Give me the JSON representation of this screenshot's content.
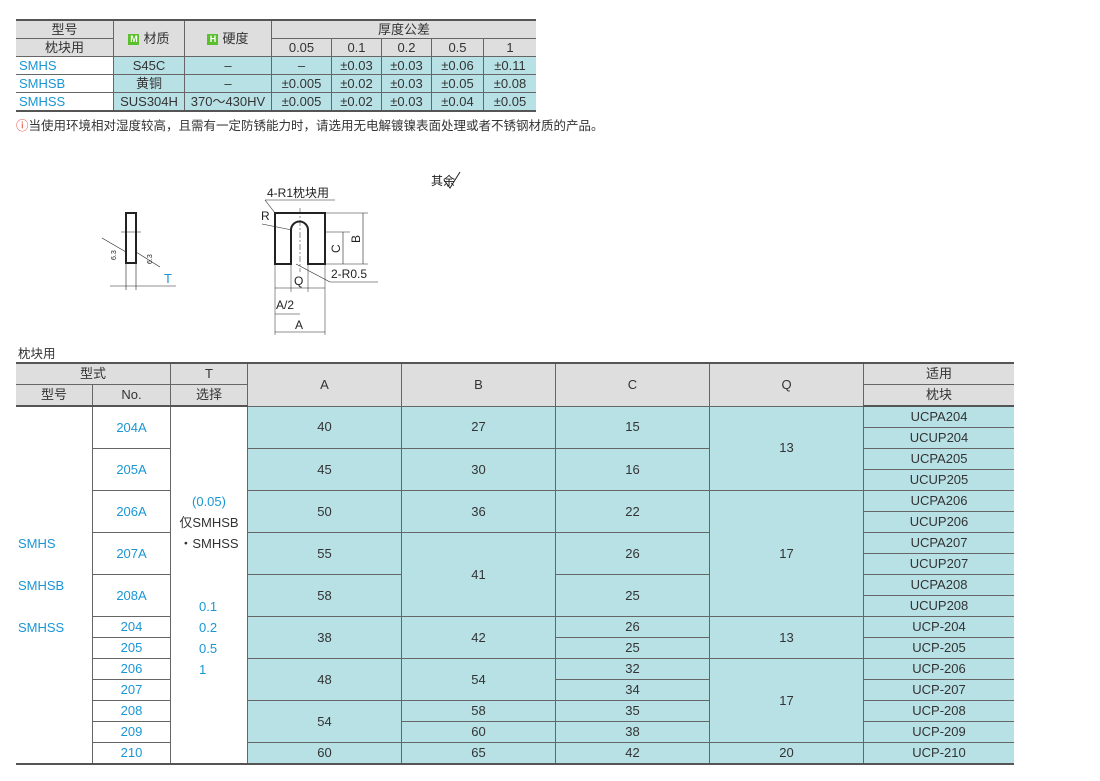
{
  "spec_table": {
    "header": {
      "model": "型号",
      "model_sub": "枕块用",
      "material_badge": "M",
      "material": "材质",
      "hardness_badge": "H",
      "hardness": "硬度",
      "tolerance": "厚度公差",
      "thicknesses": [
        "0.05",
        "0.1",
        "0.2",
        "0.5",
        "1"
      ]
    },
    "rows": [
      {
        "model": "SMHS",
        "material": "S45C",
        "hardness": "–",
        "tolerances": [
          "–",
          "±0.03",
          "±0.03",
          "±0.06",
          "±0.11"
        ]
      },
      {
        "model": "SMHSB",
        "material": "黄铜",
        "hardness": "–",
        "tolerances": [
          "±0.005",
          "±0.02",
          "±0.03",
          "±0.05",
          "±0.08"
        ]
      },
      {
        "model": "SMHSS",
        "material": "SUS304H",
        "hardness": "370～430HV",
        "tolerances": [
          "±0.005",
          "±0.02",
          "±0.03",
          "±0.04",
          "±0.05"
        ]
      }
    ]
  },
  "note": {
    "icon": "warning-icon",
    "text": "当使用环境相对湿度较高，且需有一定防锈能力时，请选用无电解镀镍表面处理或者不锈钢材质的产品。"
  },
  "drawing": {
    "roughness": "其余",
    "r_label": "4-R1枕块用",
    "r": "R",
    "r05": "2-R0.5",
    "b": "B",
    "c": "C",
    "q": "Q",
    "a2": "A/2",
    "a": "A",
    "t": "T",
    "ra1": "6.3",
    "ra2": "6.3"
  },
  "caption": "枕块用",
  "main_table": {
    "header": {
      "type": "型式",
      "model": "型号",
      "no": "No.",
      "t": "T",
      "t_sub": "选择",
      "a": "A",
      "b": "B",
      "c": "C",
      "q": "Q",
      "apply": "适用",
      "apply_sub": "枕块"
    },
    "models": [
      "SMHS",
      "SMHSB",
      "SMHSS"
    ],
    "t_options": {
      "opt1": "(0.05)",
      "opt1_note1": "仅SMHSB",
      "opt1_note2": "・SMHSS",
      "values": [
        "0.1",
        "0.2",
        "0.5",
        "1"
      ]
    },
    "no": [
      {
        "v": "204A",
        "span": 2
      },
      {
        "v": "205A",
        "span": 2
      },
      {
        "v": "206A",
        "span": 2
      },
      {
        "v": "207A",
        "span": 2
      },
      {
        "v": "208A",
        "span": 2
      },
      {
        "v": "204",
        "span": 1
      },
      {
        "v": "205",
        "span": 1
      },
      {
        "v": "206",
        "span": 1
      },
      {
        "v": "207",
        "span": 1
      },
      {
        "v": "208",
        "span": 1
      },
      {
        "v": "209",
        "span": 1
      },
      {
        "v": "210",
        "span": 1
      }
    ],
    "a": [
      {
        "v": "40",
        "span": 2
      },
      {
        "v": "45",
        "span": 2
      },
      {
        "v": "50",
        "span": 2
      },
      {
        "v": "55",
        "span": 2
      },
      {
        "v": "58",
        "span": 2
      },
      {
        "v": "38",
        "span": 2
      },
      {
        "v": "48",
        "span": 2
      },
      {
        "v": "54",
        "span": 2
      },
      {
        "v": "60",
        "span": 1
      }
    ],
    "b": [
      {
        "v": "27",
        "span": 2
      },
      {
        "v": "30",
        "span": 2
      },
      {
        "v": "36",
        "span": 2
      },
      {
        "v": "41",
        "span": 4
      },
      {
        "v": "42",
        "span": 2
      },
      {
        "v": "54",
        "span": 2
      },
      {
        "v": "58",
        "span": 1
      },
      {
        "v": "60",
        "span": 1
      },
      {
        "v": "65",
        "span": 1
      }
    ],
    "c": [
      {
        "v": "15",
        "span": 2
      },
      {
        "v": "16",
        "span": 2
      },
      {
        "v": "22",
        "span": 2
      },
      {
        "v": "26",
        "span": 2
      },
      {
        "v": "25",
        "span": 2
      },
      {
        "v": "26",
        "span": 1
      },
      {
        "v": "25",
        "span": 1
      },
      {
        "v": "32",
        "span": 1
      },
      {
        "v": "34",
        "span": 1
      },
      {
        "v": "35",
        "span": 1
      },
      {
        "v": "38",
        "span": 1
      },
      {
        "v": "42",
        "span": 1
      }
    ],
    "q": [
      {
        "v": "13",
        "span": 4
      },
      {
        "v": "17",
        "span": 6
      },
      {
        "v": "13",
        "span": 2
      },
      {
        "v": "17",
        "span": 4
      },
      {
        "v": "20",
        "span": 1
      }
    ],
    "bearing": [
      "UCPA204",
      "UCUP204",
      "UCPA205",
      "UCUP205",
      "UCPA206",
      "UCUP206",
      "UCPA207",
      "UCUP207",
      "UCPA208",
      "UCUP208",
      "UCP-204",
      "UCP-205",
      "UCP-206",
      "UCP-207",
      "UCP-208",
      "UCP-209",
      "UCP-210"
    ]
  }
}
